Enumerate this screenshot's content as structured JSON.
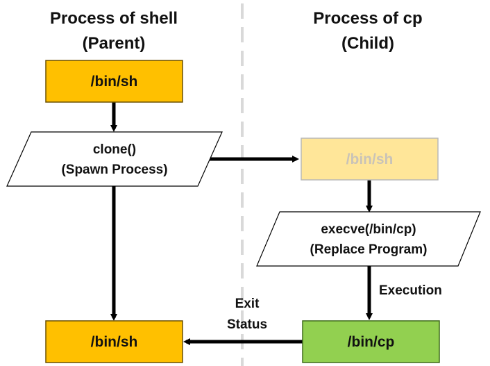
{
  "headers": {
    "left_line1": "Process of shell",
    "left_line2": "(Parent)",
    "right_line1": "Process of cp",
    "right_line2": "(Child)"
  },
  "nodes": {
    "parent_start": "/bin/sh",
    "clone_line1": "clone()",
    "clone_line2": "(Spawn Process)",
    "parent_end": "/bin/sh",
    "child_start": "/bin/sh",
    "execve_line1": "execve(/bin/cp)",
    "execve_line2": "(Replace Program)",
    "child_end": "/bin/cp"
  },
  "labels": {
    "execution": "Execution",
    "exit_line1": "Exit",
    "exit_line2": "Status"
  },
  "colors": {
    "orange": "#FFC000",
    "orange_faded": "#FFE699",
    "green": "#92D050",
    "divider": "#d9d9d9",
    "stroke": "#000000"
  }
}
